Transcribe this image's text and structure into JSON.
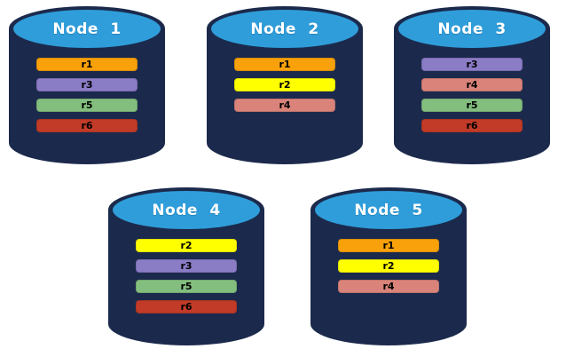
{
  "diagram": {
    "background": "#FFFFFF",
    "cylinder_colors": {
      "body": "#1B2A4C",
      "top": "#2F9DDA",
      "node_label_text": "#FFFFFF",
      "bar_label_text": "#000000"
    },
    "replica_colors": {
      "r1": "#F9A10A",
      "r2": "#FFFF00",
      "r3": "#8B7CC6",
      "r4": "#D9837A",
      "r5": "#83BE7E",
      "r6": "#C23B28"
    },
    "nodes": [
      {
        "label": "Node 1",
        "replicas": [
          "r1",
          "r3",
          "r5",
          "r6"
        ]
      },
      {
        "label": "Node 2",
        "replicas": [
          "r1",
          "r2",
          "r4"
        ]
      },
      {
        "label": "Node 3",
        "replicas": [
          "r3",
          "r4",
          "r5",
          "r6"
        ]
      },
      {
        "label": "Node 4",
        "replicas": [
          "r2",
          "r3",
          "r5",
          "r6"
        ]
      },
      {
        "label": "Node 5",
        "replicas": [
          "r1",
          "r2",
          "r4"
        ]
      }
    ]
  }
}
